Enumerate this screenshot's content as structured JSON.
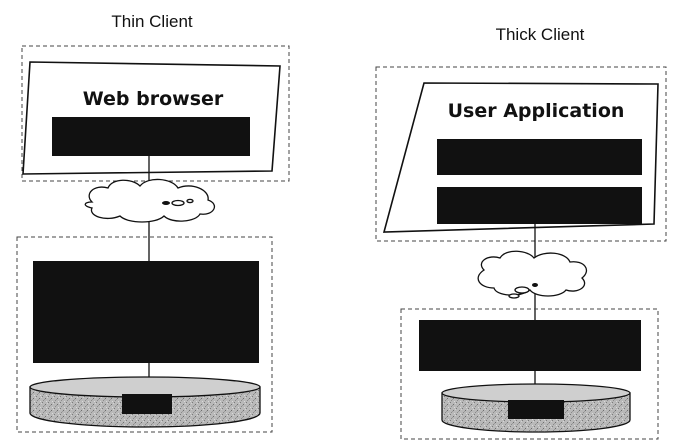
{
  "thin_client": {
    "title": "Thin Client",
    "client_label": "Web browser"
  },
  "thick_client": {
    "title": "Thick Client",
    "client_label": "User Application"
  }
}
